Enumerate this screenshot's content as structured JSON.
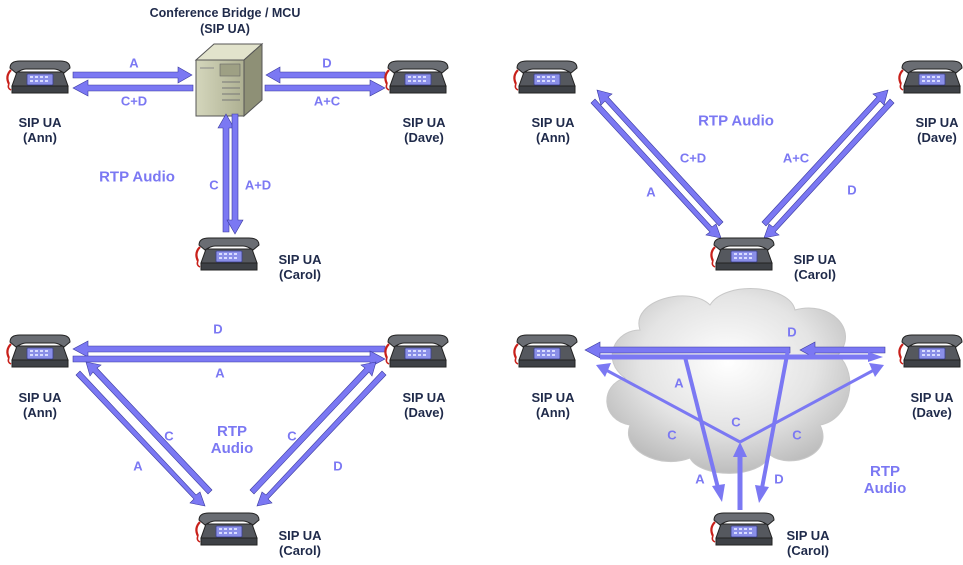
{
  "mcu": {
    "line1": "Conference Bridge / MCU",
    "line2": "(SIP UA)"
  },
  "ua": {
    "sip": "SIP UA",
    "ann": "(Ann)",
    "dave": "(Dave)",
    "carol": "(Carol)"
  },
  "rtp": {
    "rtp_audio": "RTP Audio",
    "rtp": "RTP",
    "audio": "Audio"
  },
  "flows": {
    "a": "A",
    "c": "C",
    "d": "D",
    "c_plus_d": "C+D",
    "a_plus_c": "A+C",
    "a_plus_d": "A+D"
  },
  "colors": {
    "arrow": "#7b78f3",
    "arrow_outline": "#3a3aa0",
    "text_dark": "#1f2a4a"
  }
}
